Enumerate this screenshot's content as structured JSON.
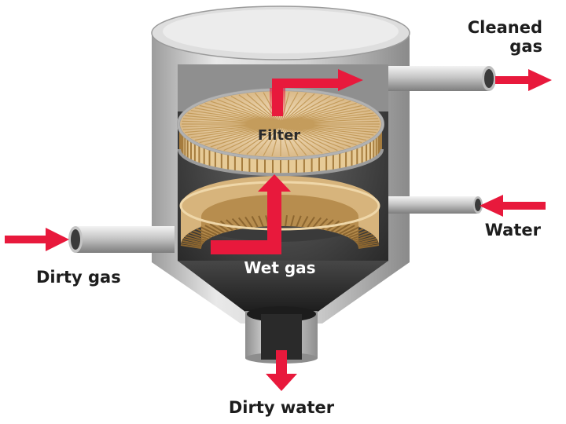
{
  "labels": {
    "cleaned_gas_line1": "Cleaned",
    "cleaned_gas_line2": "gas",
    "filter": "Filter",
    "water": "Water",
    "wet_gas": "Wet gas",
    "dirty_gas": "Dirty gas",
    "dirty_water": "Dirty water"
  },
  "colors": {
    "arrow": "#e8193c",
    "vessel_metal": "#c9c9c9",
    "vessel_interior": "#3b3b3b",
    "filter_media": "#e3c595"
  }
}
